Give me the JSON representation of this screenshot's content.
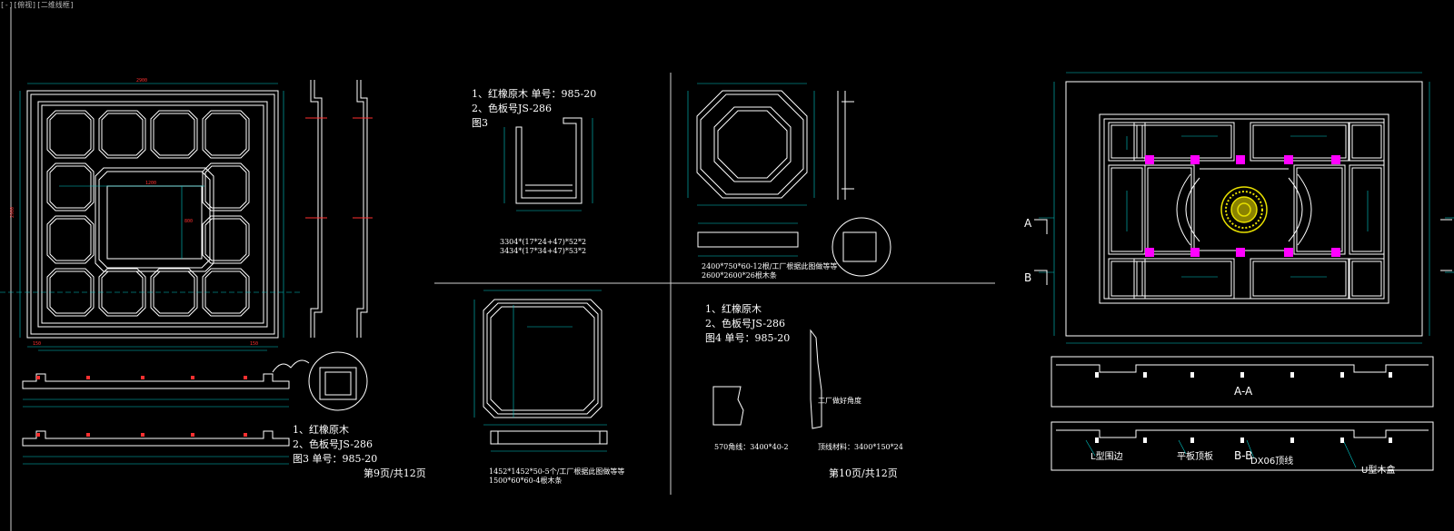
{
  "titlebar": "[-][俯视][二维线框]",
  "notes": {
    "left": [
      "1、红橡原木",
      "2、色板号JS-286",
      "图3  单号：985-20"
    ],
    "left_page": "第9页/共12页",
    "mid_top": [
      "1、红橡原木     单号：985-20",
      "2、色板号JS-286",
      "图3"
    ],
    "mid_top_dims": [
      "3304*(17*24+47)*52*2",
      "3434*(17*34+47)*53*2"
    ],
    "mid_bottom_dims": [
      "1452*1452*50-5个/工厂根据此图做等等",
      "1500*60*60-4根木条"
    ],
    "right_mid_dims": [
      "2400*750*60-12根/工厂根据此图做等等",
      "2600*2600*26根木条"
    ],
    "right_lower": [
      "1、红橡原木",
      "2、色板号JS-286",
      "图4  单号：985-20"
    ],
    "right_lower_small": [
      "工厂做好角度",
      "570角线：3400*40-2",
      "顶线材料：3400*150*24"
    ],
    "right_page": "第10页/共12页",
    "section_marks": {
      "a": "A",
      "b": "B"
    },
    "sections": {
      "aa": "A-A",
      "bb": "B-B"
    },
    "tags": [
      "L型围边",
      "平板顶板",
      "DX06顶线",
      "U型木盒"
    ]
  },
  "colors": {
    "line": "#ffffff",
    "dim": "#00c8c8",
    "mark": "#ff2020",
    "accent": "#ff00ff",
    "rosette": "#e8e000"
  }
}
